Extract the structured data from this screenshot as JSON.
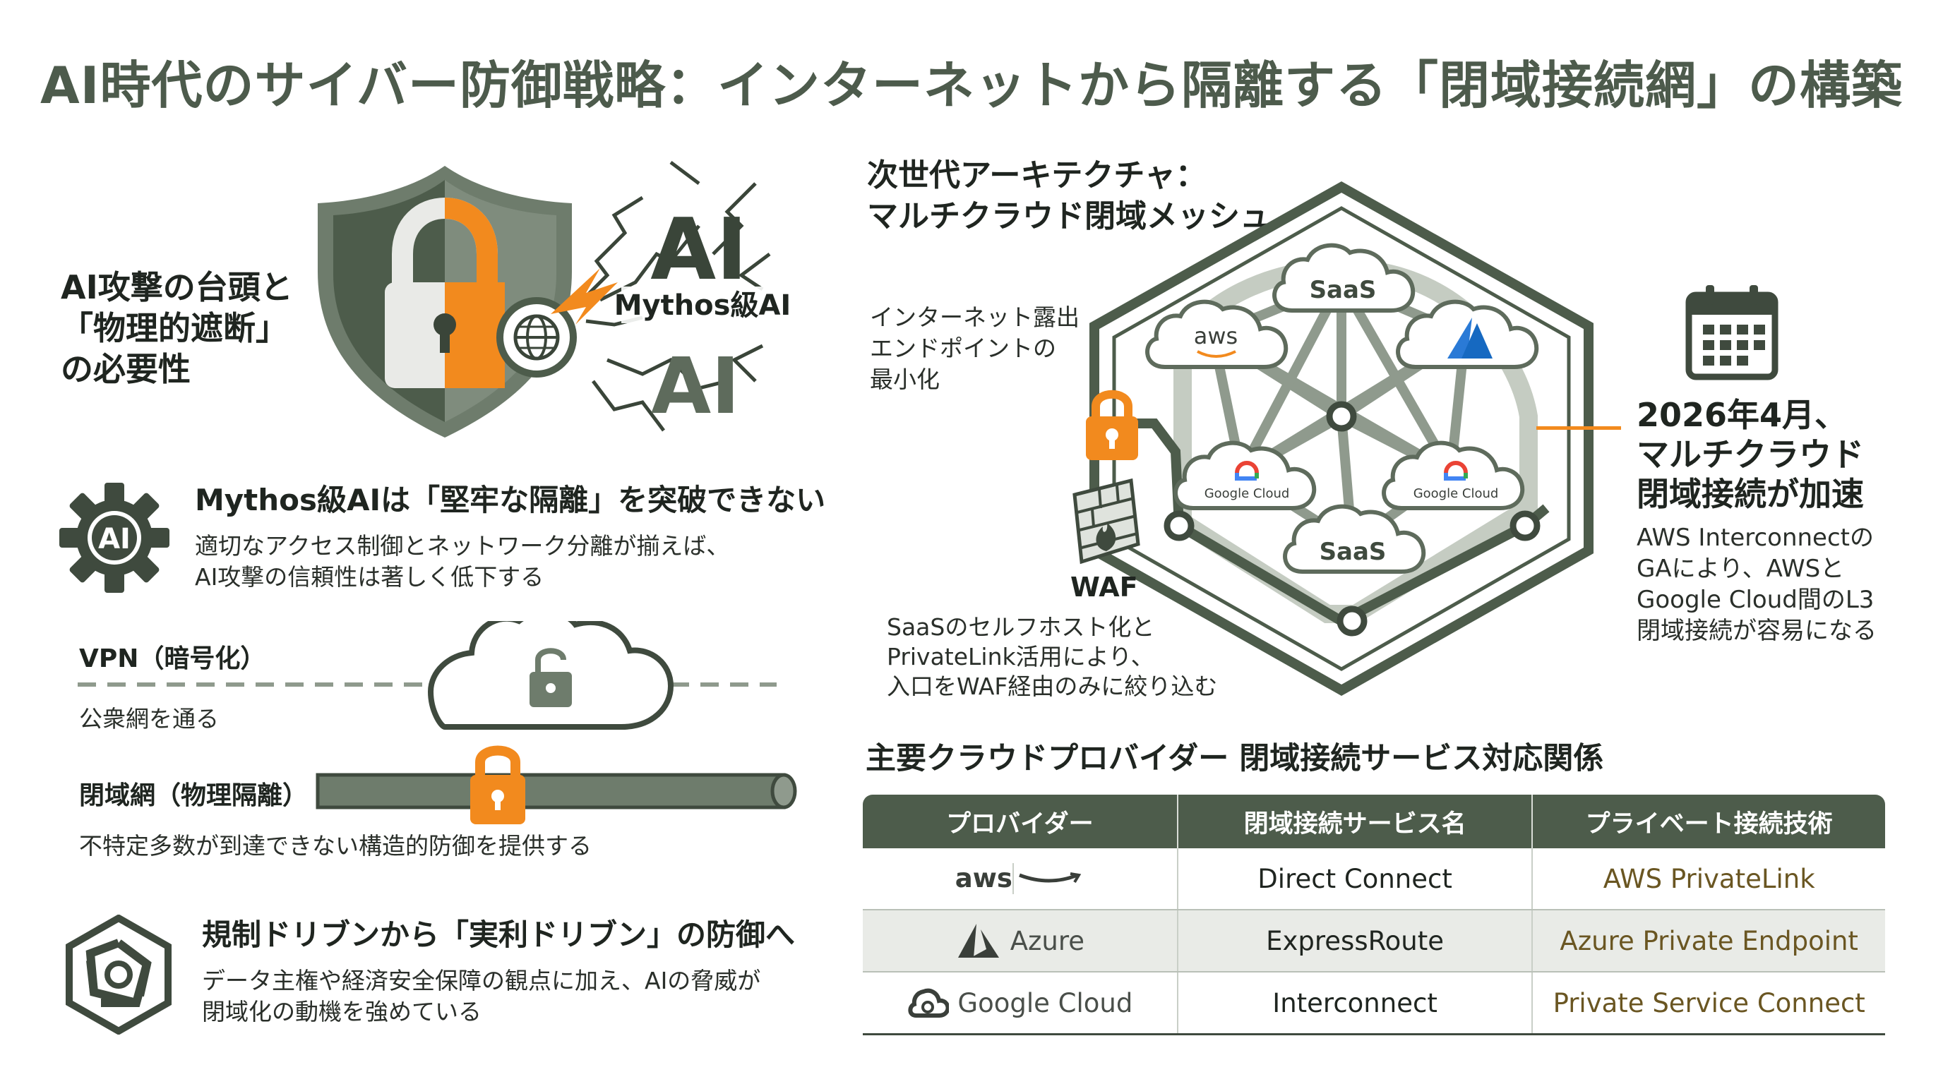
{
  "title": "AI時代のサイバー防御戦略：インターネットから隔離する「閉域接続網」の構築",
  "left": {
    "section1": {
      "heading_line1": "AI攻撃の台頭と",
      "heading_line2": "「物理的遮断」",
      "heading_line3": "の必要性",
      "ai_text": "AI",
      "mythos_label": "Mythos級AI"
    },
    "section2": {
      "gear_text": "AI",
      "heading": "Mythos級AIは「堅牢な隔離」を突破できない",
      "body_line1": "適切なアクセス制御とネットワーク分離が揃えば、",
      "body_line2": "AI攻撃の信頼性は著しく低下する"
    },
    "vpn": {
      "label": "VPN（暗号化）",
      "sub": "公衆網を通る"
    },
    "closed": {
      "label": "閉域網（物理隔離）",
      "sub": "不特定多数が到達できない構造的防御を提供する"
    },
    "section3": {
      "heading": "規制ドリブンから「実利ドリブン」の防御へ",
      "body_line1": "データ主権や経済安全保障の観点に加え、AIの脅威が",
      "body_line2": "閉域化の動機を強めている"
    }
  },
  "right": {
    "arch_heading_line1": "次世代アーキテクチャ：",
    "arch_heading_line2": "マルチクラウド閉域メッシュ",
    "internet_note_line1": "インターネット露出",
    "internet_note_line2": "エンドポイントの",
    "internet_note_line3": "最小化",
    "waf_label": "WAF",
    "waf_note_line1": "SaaSのセルフホスト化と",
    "waf_note_line2": "PrivateLink活用により、",
    "waf_note_line3": "入口をWAF経由のみに絞り込む",
    "nodes": {
      "saas": "SaaS",
      "aws": "aws",
      "google_cloud": "Google Cloud"
    },
    "news_heading_line1": "2026年4月、",
    "news_heading_line2": "マルチクラウド",
    "news_heading_line3": "閉域接続が加速",
    "news_body_line1": "AWS Interconnectの",
    "news_body_line2": "GAにより、AWSと",
    "news_body_line3": "Google Cloud間のL3",
    "news_body_line4": "閉域接続が容易になる"
  },
  "table": {
    "heading": "主要クラウドプロバイダー 閉域接続サービス対応関係",
    "headers": [
      "プロバイダー",
      "閉域接続サービス名",
      "プライベート接続技術"
    ],
    "rows": [
      {
        "provider": "aws",
        "service": "Direct Connect",
        "tech": "AWS PrivateLink"
      },
      {
        "provider": "Azure",
        "service": "ExpressRoute",
        "tech": "Azure Private Endpoint"
      },
      {
        "provider": "Google Cloud",
        "service": "Interconnect",
        "tech": "Private Service Connect"
      }
    ]
  },
  "colors": {
    "dark_green": "#4d5c4b",
    "mid_green": "#7f8c7d",
    "orange": "#f28a1e",
    "light_green": "#b9c3b5"
  }
}
